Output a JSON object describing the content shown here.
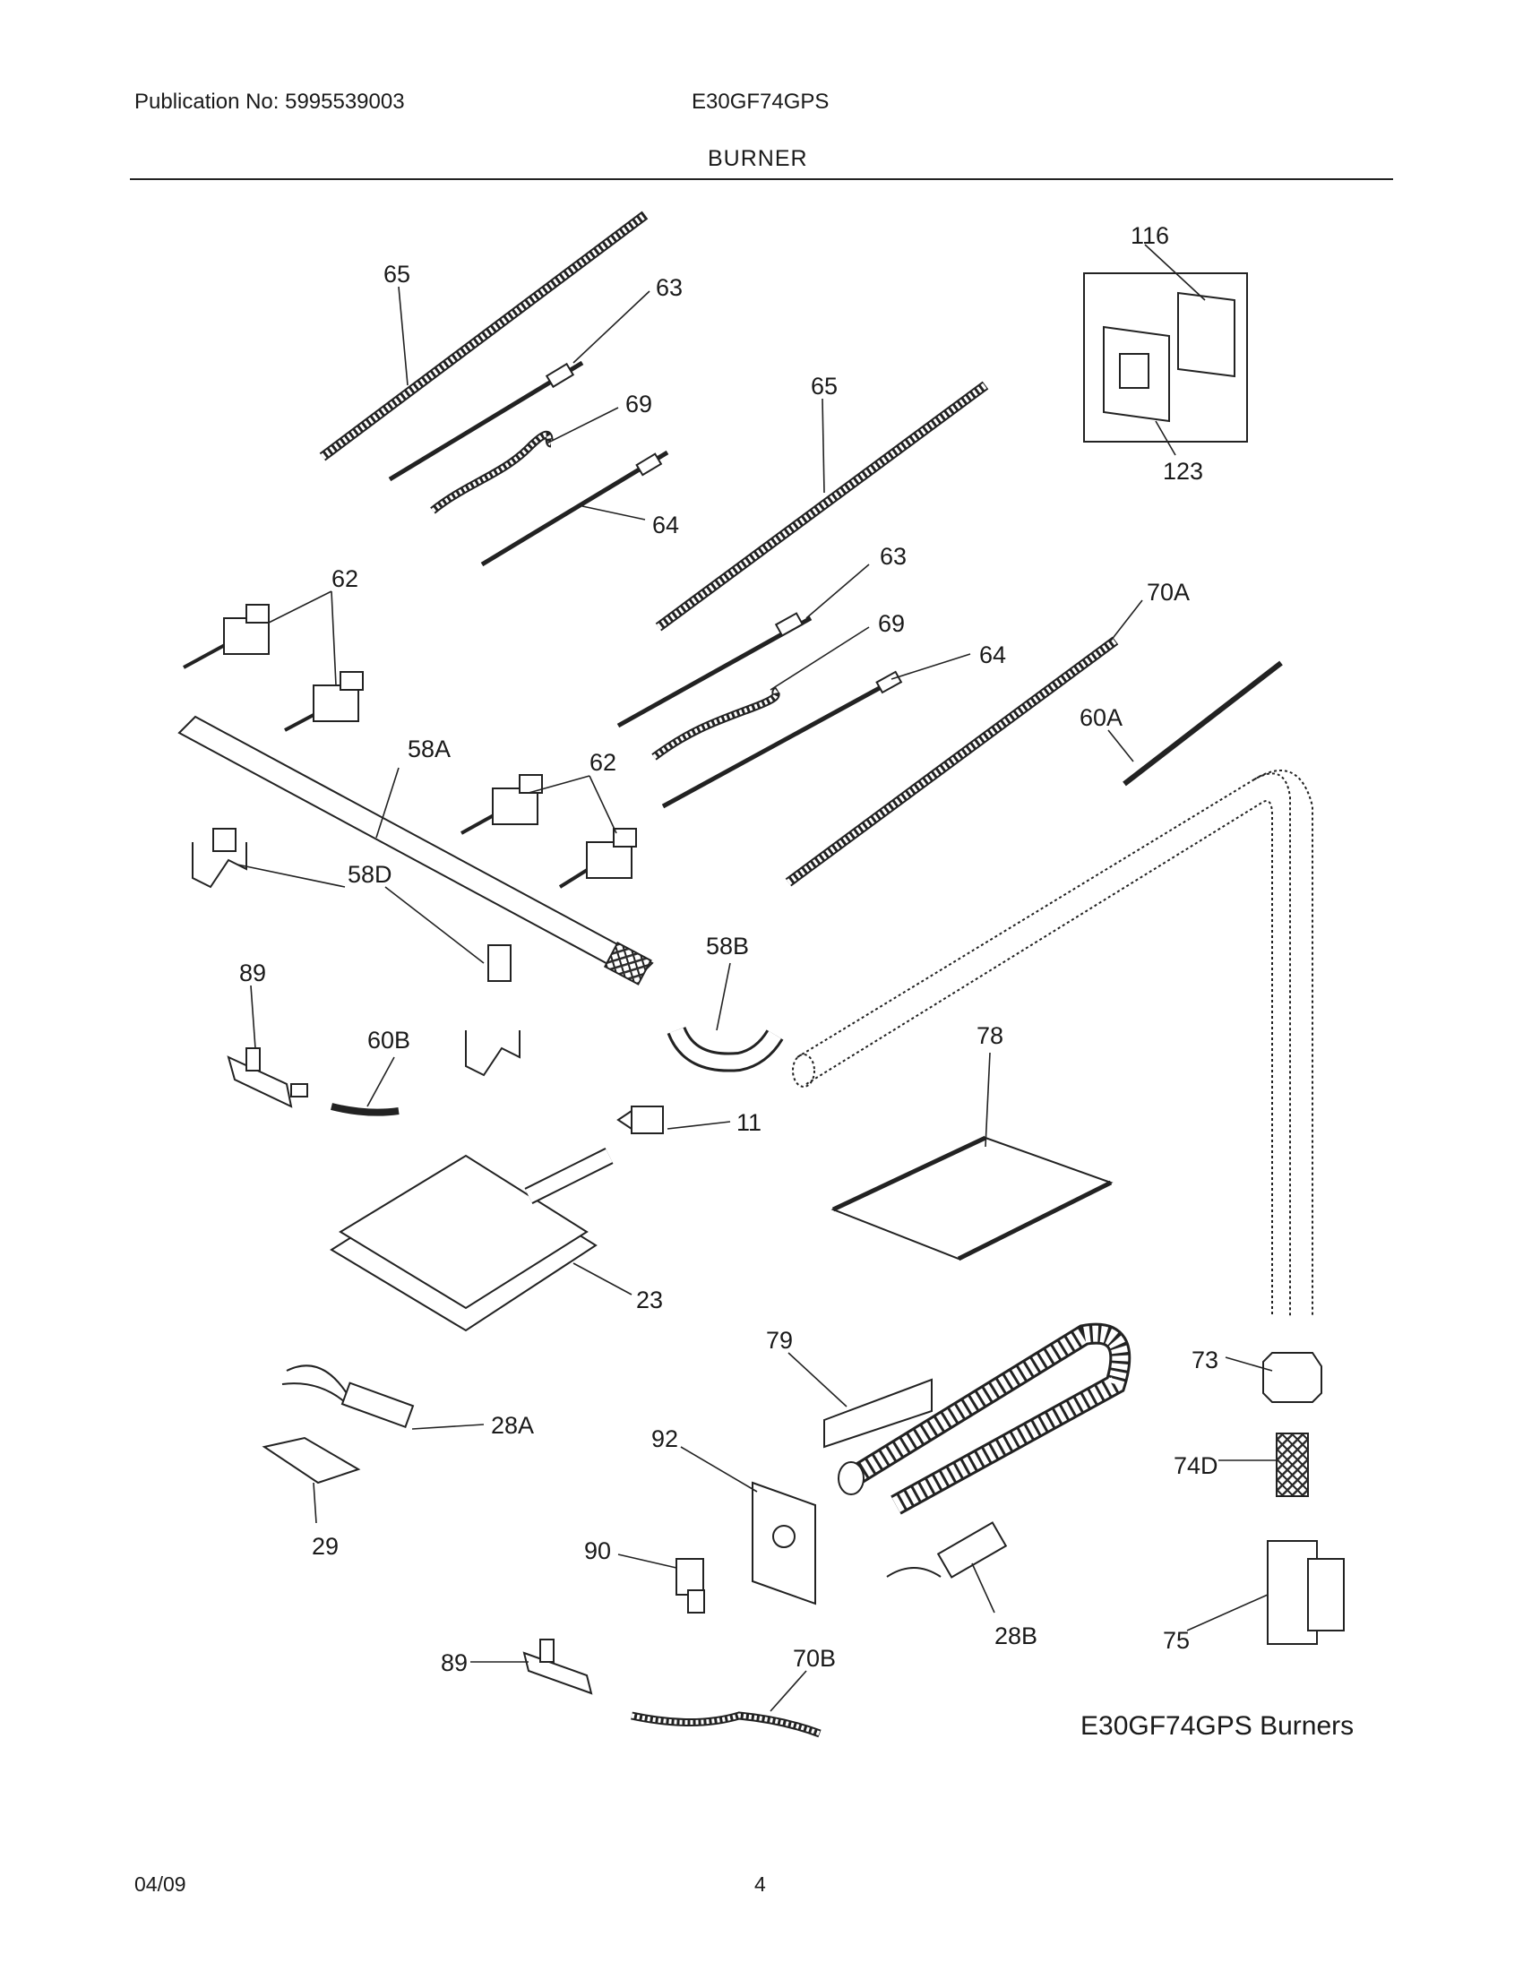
{
  "header": {
    "publication": "Publication No: 5995539003",
    "model": "E30GF74GPS",
    "section": "BURNER"
  },
  "callouts": [
    "65",
    "63",
    "69",
    "64",
    "116",
    "123",
    "65",
    "63",
    "69",
    "64",
    "70A",
    "62",
    "60A",
    "58A",
    "62",
    "58D",
    "58B",
    "89",
    "60B",
    "78",
    "11",
    "23",
    "79",
    "73",
    "28A",
    "92",
    "74D",
    "29",
    "90",
    "28B",
    "75",
    "89",
    "70B"
  ],
  "caption": "E30GF74GPS Burners",
  "footer": {
    "date": "04/09",
    "page": "4"
  }
}
